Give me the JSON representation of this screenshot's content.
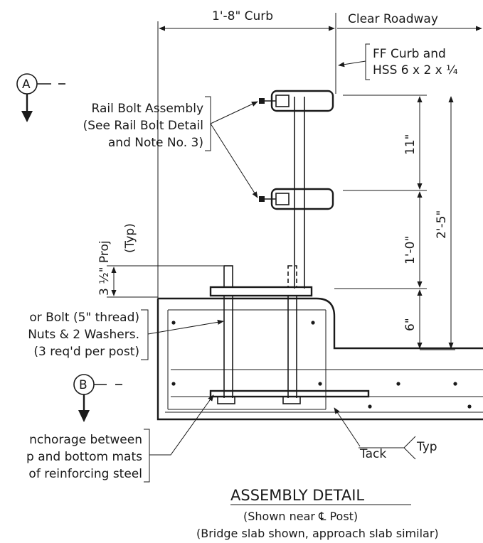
{
  "dimensions": {
    "curb": "1'-8\" Curb",
    "clear_roadway": "Clear Roadway",
    "rail_spacing_top": "11\"",
    "rail_spacing_bottom": "1'-0\"",
    "curb_height": "6\"",
    "total_height": "2'-5\"",
    "projection": "3 ½\" Proj",
    "projection_typ": "(Typ)"
  },
  "section_markers": {
    "a": "A",
    "b": "B"
  },
  "callouts": {
    "ff_curb_line1": "FF Curb and",
    "ff_curb_line2": "HSS 6 x 2 x ¼",
    "rail_bolt_line1": "Rail Bolt Assembly",
    "rail_bolt_line2": "(See Rail Bolt Detail",
    "rail_bolt_line3": "and Note No. 3)",
    "anchor_line1": "or Bolt (5\" thread)",
    "anchor_line2": "Nuts & 2 Washers.",
    "anchor_line3": "(3 req'd per post)",
    "anchorage_line1": "nchorage between",
    "anchorage_line2": "p and bottom mats",
    "anchorage_line3": "of reinforcing steel",
    "tack": "Tack",
    "typ": "Typ"
  },
  "title": {
    "main": "ASSEMBLY DETAIL",
    "sub1": "(Shown near ℄ Post)",
    "sub2": "(Bridge slab shown, approach slab similar)"
  }
}
